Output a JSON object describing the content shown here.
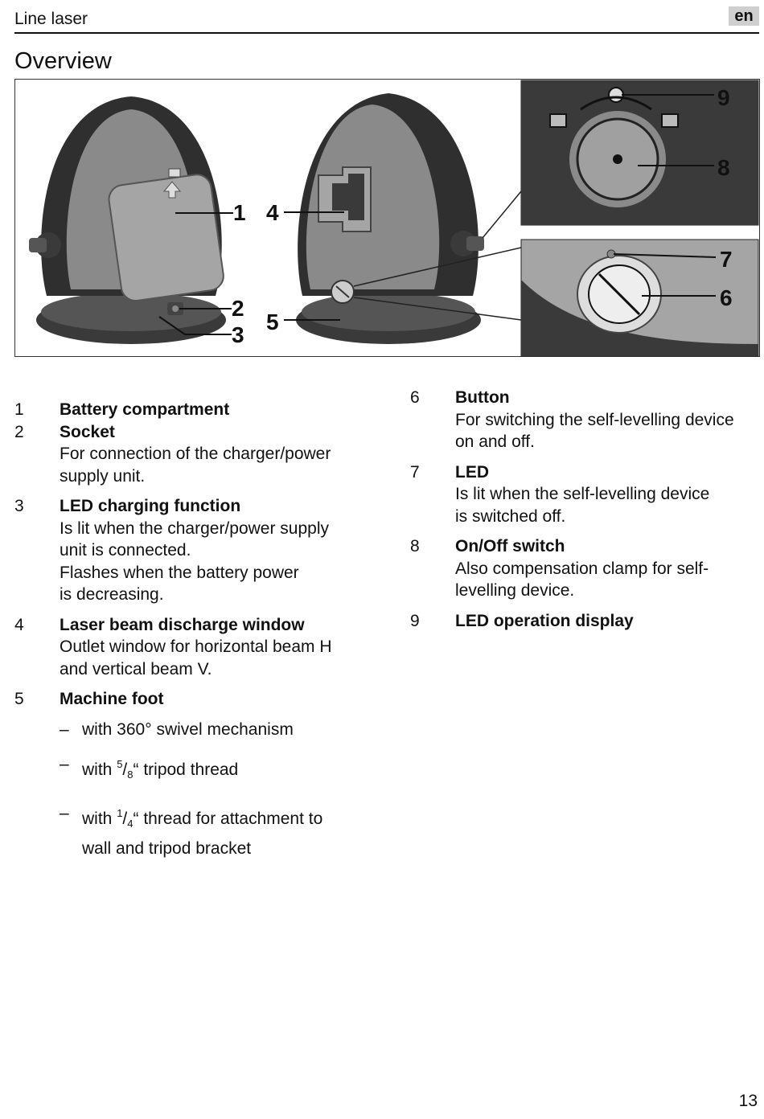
{
  "header": {
    "title": "Line laser",
    "lang": "en"
  },
  "page_title": "Overview",
  "figure": {
    "callouts": [
      "1",
      "2",
      "3",
      "4",
      "5",
      "6",
      "7",
      "8",
      "9"
    ]
  },
  "left_items": [
    {
      "num": "1",
      "title": "Battery compartment",
      "desc": []
    },
    {
      "num": "2",
      "title": "Socket",
      "desc": [
        "For connection of the charger/power",
        "supply unit."
      ]
    },
    {
      "num": "3",
      "title": "LED charging function",
      "desc": [
        "Is lit when the charger/power supply",
        "unit is connected.",
        "Flashes when the battery power",
        "is decreasing."
      ]
    },
    {
      "num": "4",
      "title": "Laser beam discharge window",
      "desc": [
        "Outlet window for horizontal beam H",
        "and vertical beam V."
      ]
    },
    {
      "num": "5",
      "title": "Machine foot",
      "desc": []
    }
  ],
  "foot_bullets": {
    "dash": "–",
    "b1": "with 360° swivel mechanism",
    "b2": {
      "pre": "with ",
      "num": "5",
      "slash": "/",
      "den": "8",
      "post": "“ tripod thread"
    },
    "b3": {
      "pre": "with ",
      "num": "1",
      "slash": "/",
      "den": "4",
      "post": "“ thread for attachment to",
      "line2": "wall and tripod bracket"
    }
  },
  "right_items": [
    {
      "num": "6",
      "title": "Button",
      "desc": [
        "For switching the self-levelling device",
        "on and off."
      ]
    },
    {
      "num": "7",
      "title": "LED",
      "desc": [
        "Is lit when the self-levelling device",
        "is switched off."
      ]
    },
    {
      "num": "8",
      "title": "On/Off switch",
      "desc": [
        "Also compensation clamp for self-",
        "levelling device."
      ]
    },
    {
      "num": "9",
      "title": "LED operation display",
      "desc": []
    }
  ],
  "page_number": "13"
}
